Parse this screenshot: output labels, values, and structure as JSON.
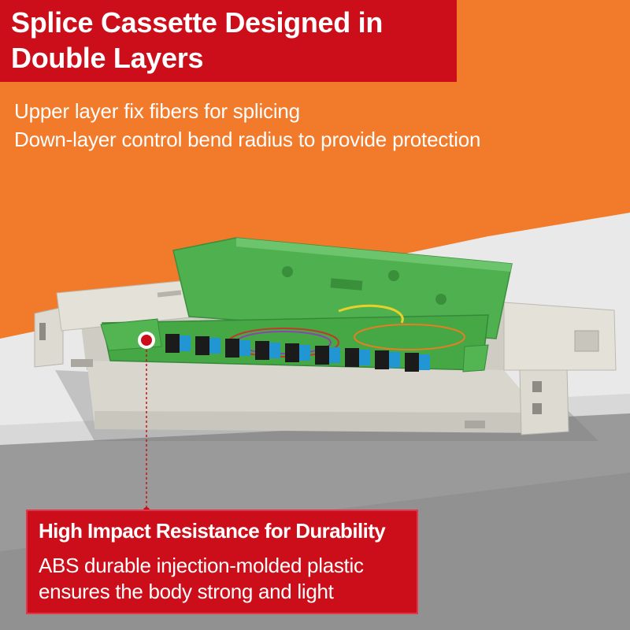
{
  "title": "Splice Cassette Designed in Double Layers",
  "subtitle_lines": [
    "Upper layer fix fibers for splicing",
    "Down-layer control bend radius to provide protection"
  ],
  "callout": {
    "heading": "High Impact Resistance for Durability",
    "body": "ABS durable injection-molded plastic ensures the body strong and light"
  },
  "colors": {
    "background_orange": "#f27a2b",
    "banner_red": "#cc0e1a",
    "tray_green": "#4caf50",
    "adapter_blue": "#2196d3",
    "frame_gray": "#dcdad3"
  }
}
